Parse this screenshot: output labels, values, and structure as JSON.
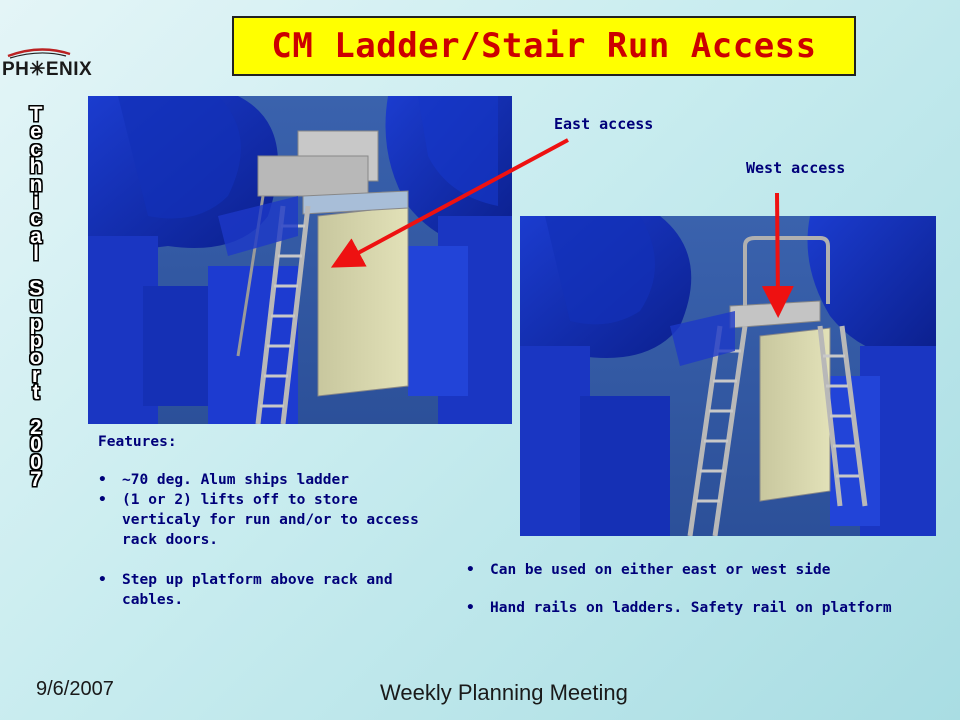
{
  "logo": {
    "text": "PH✳ENIX"
  },
  "vertical_title": [
    "T",
    "e",
    "c",
    "h",
    "n",
    "i",
    "c",
    "a",
    "l",
    " ",
    "S",
    "u",
    "p",
    "p",
    "o",
    "r",
    "t",
    " ",
    "2",
    "0",
    "0",
    "7"
  ],
  "title": "CM Ladder/Stair Run Access",
  "labels": {
    "east": "East access",
    "west": "West access"
  },
  "features": {
    "heading": "Features:",
    "items": [
      "~70 deg. Alum ships ladder",
      "(1 or 2) lifts off to store verticaly for run and/or to access rack doors.",
      "Step up platform above rack and cables."
    ]
  },
  "right_bullets": [
    "Can be used on either east or west side",
    "Hand rails on ladders. Safety rail on platform"
  ],
  "footer": {
    "date": "9/6/2007",
    "meeting": "Weekly Planning Meeting"
  },
  "colors": {
    "accent": "#cc0000",
    "title_bg": "#ffff00",
    "text": "#00007a",
    "arrow": "#ee1111"
  }
}
